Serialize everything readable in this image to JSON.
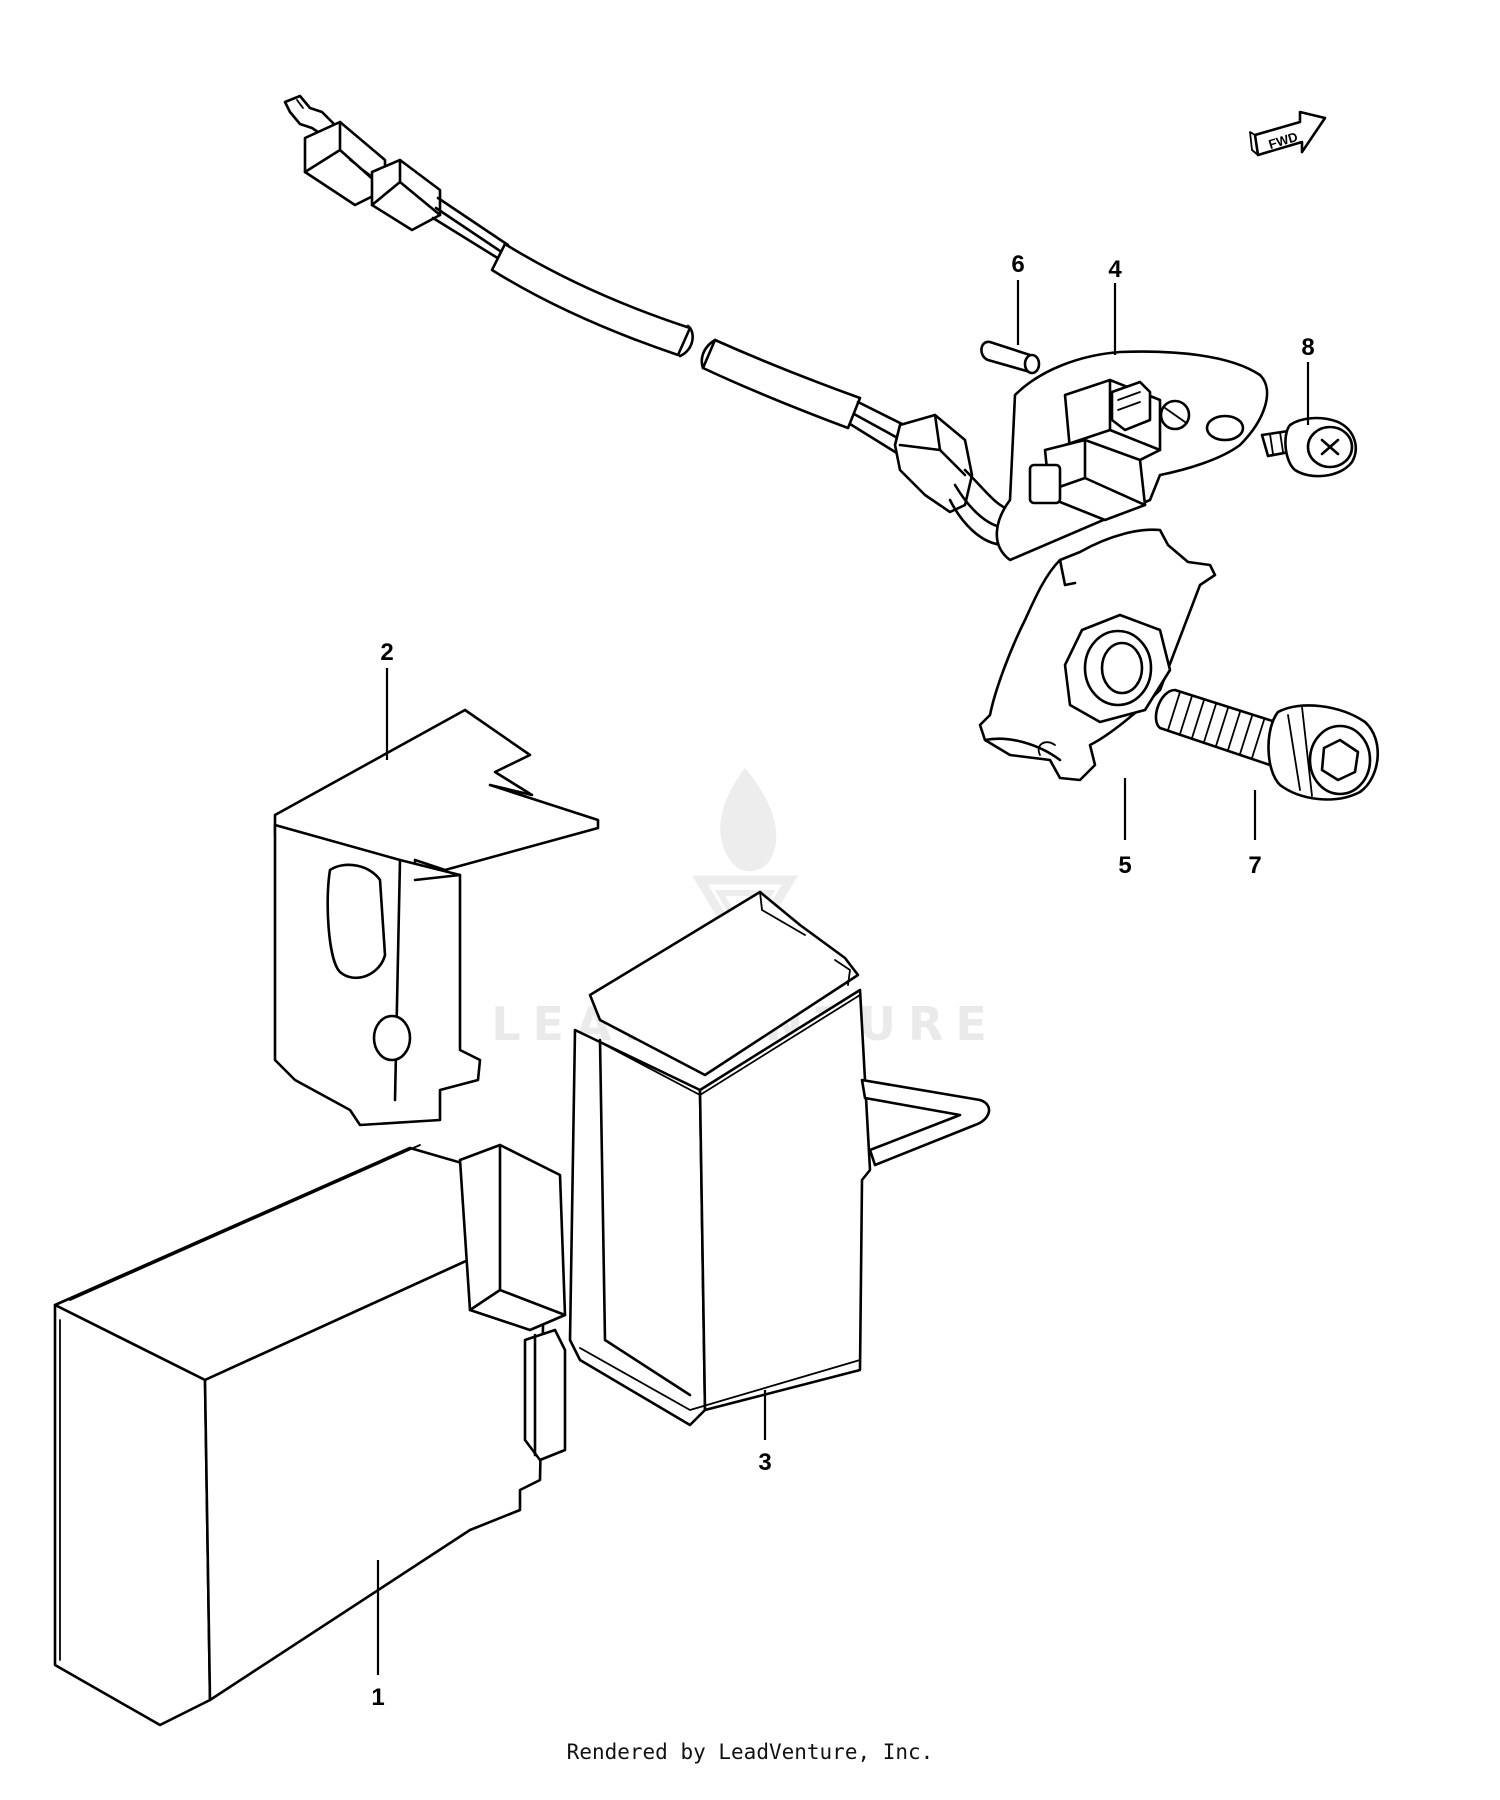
{
  "callouts": {
    "c1": "1",
    "c2": "2",
    "c3": "3",
    "c4": "4",
    "c5": "5",
    "c6": "6",
    "c7": "7",
    "c8": "8"
  },
  "fwd_arrow_label": "FWD",
  "watermark": {
    "text": "LEADVENTURE",
    "icon": "leadventure-flame-logo"
  },
  "footer": "Rendered by LeadVenture, Inc."
}
